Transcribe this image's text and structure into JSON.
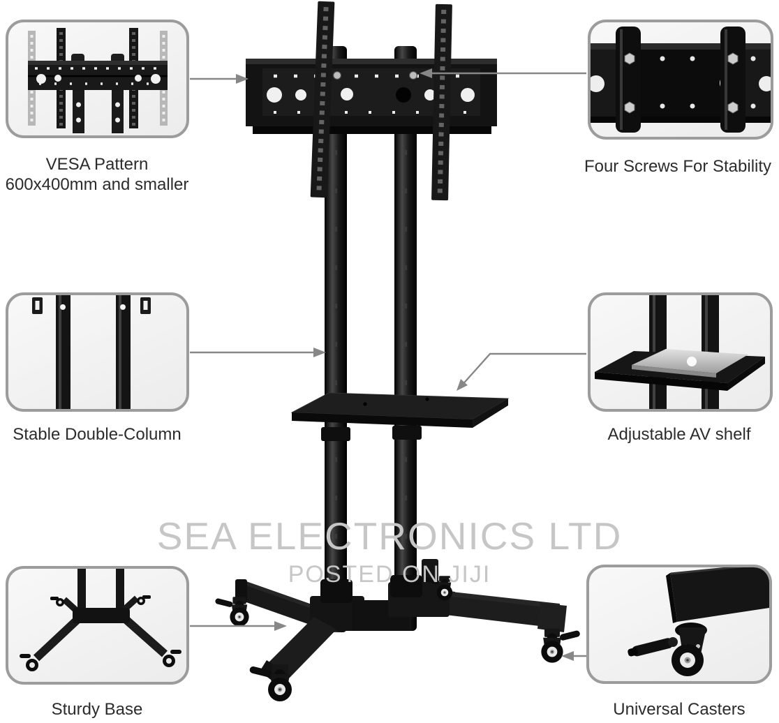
{
  "watermark": {
    "line1": "SEA ELECTRONICS LTD",
    "line2": "POSTED ON JIJI"
  },
  "callouts": {
    "vesa": {
      "label": "VESA Pattern",
      "label2": "600x400mm and smaller"
    },
    "screws": {
      "label": "Four Screws For Stability"
    },
    "double_column": {
      "label": "Stable Double-Column"
    },
    "av_shelf": {
      "label": "Adjustable AV shelf"
    },
    "base": {
      "label": "Sturdy Base"
    },
    "casters": {
      "label": "Universal Casters"
    }
  },
  "colors": {
    "background": "#ffffff",
    "product_black": "#141414",
    "inset_border": "#9c9c9c",
    "inset_bg": "#ececec",
    "connector": "#878787",
    "label_text": "#2c2c2c",
    "watermark": "#c6c6c6"
  }
}
